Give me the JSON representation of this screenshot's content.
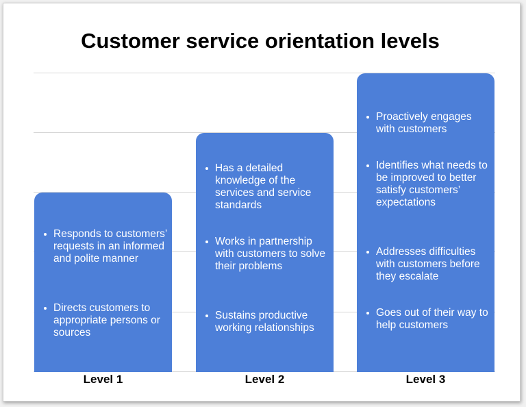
{
  "title": "Customer service orientation levels",
  "chart_data": {
    "type": "bar",
    "categories": [
      "Level 1",
      "Level 2",
      "Level 3"
    ],
    "values": [
      1,
      2,
      3
    ],
    "gridlines": true,
    "colors": {
      "bar": "#4d7fd8",
      "text": "#ffffff",
      "grid": "#d6d6d6"
    }
  },
  "levels": [
    {
      "label": "Level 1",
      "items": [
        "Responds to customers’ requests in an informed and polite manner",
        "Directs customers to appropriate persons or sources"
      ]
    },
    {
      "label": "Level 2",
      "items": [
        "Has a detailed knowledge of the services and service standards",
        "Works in partnership with customers to solve their problems",
        "Sustains productive working relationships"
      ]
    },
    {
      "label": "Level 3",
      "items": [
        "Proactively engages with customers",
        "Identifies what needs to be improved to better satisfy customers’ expectations",
        "Addresses difficulties with customers before they escalate",
        "Goes out of their way to help customers"
      ]
    }
  ]
}
